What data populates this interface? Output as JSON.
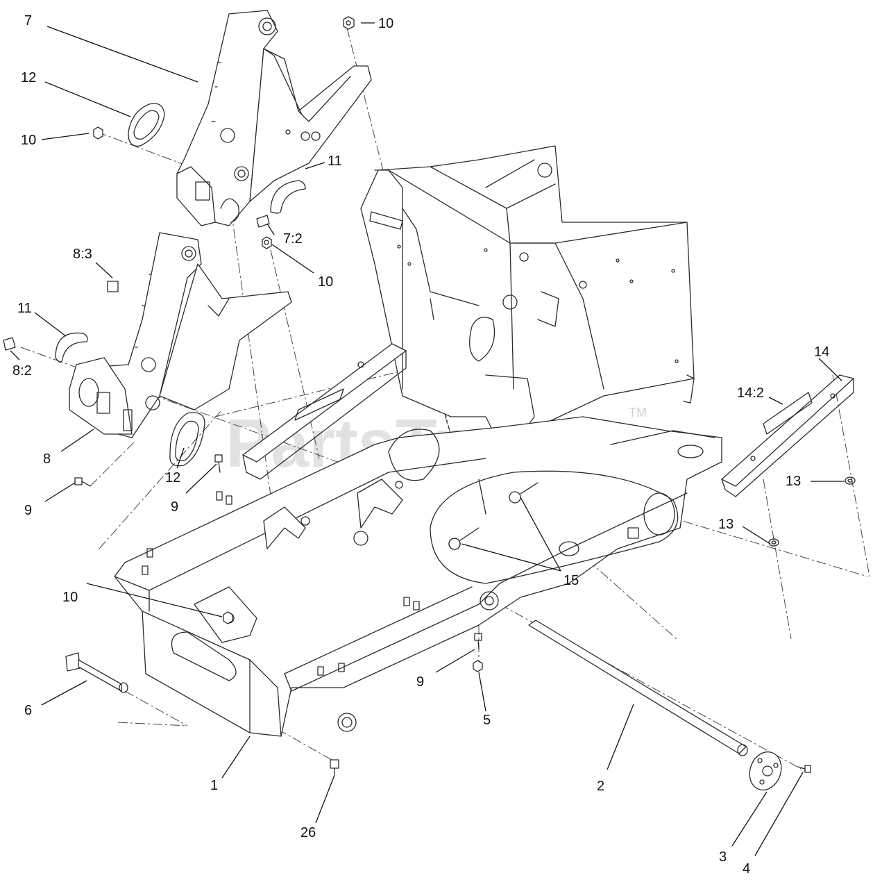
{
  "watermark": {
    "text": "PartsTree",
    "trademark": "TM"
  },
  "callouts": [
    {
      "id": "c-7",
      "label": "7"
    },
    {
      "id": "c-12-top",
      "label": "12"
    },
    {
      "id": "c-10-left-top",
      "label": "10"
    },
    {
      "id": "c-10-top",
      "label": "10"
    },
    {
      "id": "c-11-top",
      "label": "11"
    },
    {
      "id": "c-7-2",
      "label": "7:2"
    },
    {
      "id": "c-10-mid",
      "label": "10"
    },
    {
      "id": "c-8-3",
      "label": "8:3"
    },
    {
      "id": "c-11-left",
      "label": "11"
    },
    {
      "id": "c-8-2",
      "label": "8:2"
    },
    {
      "id": "c-8",
      "label": "8"
    },
    {
      "id": "c-12-mid",
      "label": "12"
    },
    {
      "id": "c-9-mid",
      "label": "9"
    },
    {
      "id": "c-9-left",
      "label": "9"
    },
    {
      "id": "c-14",
      "label": "14"
    },
    {
      "id": "c-14-2",
      "label": "14:2"
    },
    {
      "id": "c-13-right",
      "label": "13"
    },
    {
      "id": "c-13-mid",
      "label": "13"
    },
    {
      "id": "c-15",
      "label": "15"
    },
    {
      "id": "c-10-low",
      "label": "10"
    },
    {
      "id": "c-9-low",
      "label": "9"
    },
    {
      "id": "c-6",
      "label": "6"
    },
    {
      "id": "c-5",
      "label": "5"
    },
    {
      "id": "c-1",
      "label": "1"
    },
    {
      "id": "c-2",
      "label": "2"
    },
    {
      "id": "c-26",
      "label": "26"
    },
    {
      "id": "c-3",
      "label": "3"
    },
    {
      "id": "c-4",
      "label": "4"
    }
  ]
}
